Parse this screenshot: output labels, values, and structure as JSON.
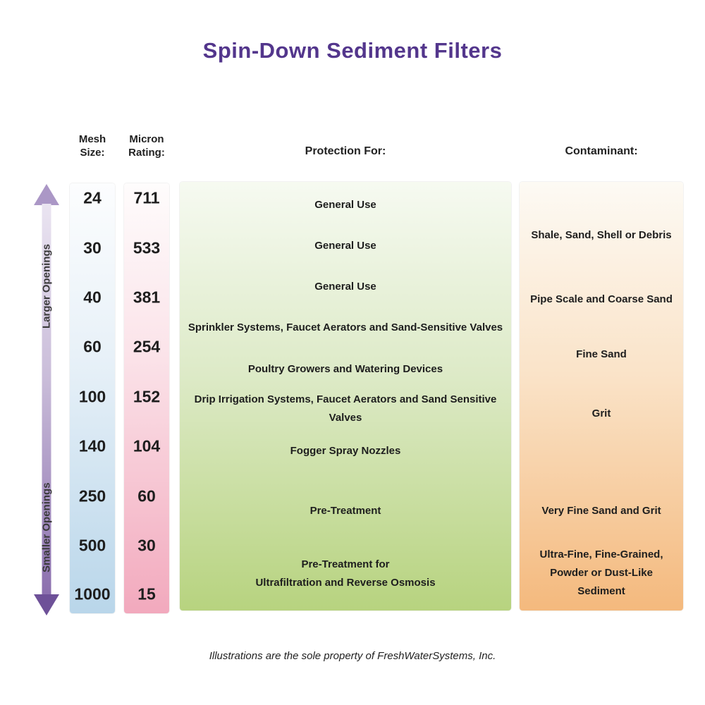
{
  "title": "Spin-Down Sediment Filters",
  "headers": {
    "mesh": "Mesh\nSize:",
    "micron": "Micron\nRating:",
    "protection": "Protection For:",
    "contaminant": "Contaminant:"
  },
  "arrow": {
    "top_label": "Larger Openings",
    "bottom_label": "Smaller Openings"
  },
  "mesh_sizes": [
    "24",
    "30",
    "40",
    "60",
    "100",
    "140",
    "250",
    "500",
    "1000"
  ],
  "micron_ratings": [
    "711",
    "533",
    "381",
    "254",
    "152",
    "104",
    "60",
    "30",
    "15"
  ],
  "protection_for": [
    "General Use",
    "General Use",
    "General Use",
    "Sprinkler Systems,  Faucet Aerators  and  Sand-Sensitive Valves",
    "Poultry Growers  and  Watering Devices",
    "Drip Irrigation Systems, Faucet Aerators and Sand Sensitive Valves",
    "Fogger Spray Nozzles",
    "Pre-Treatment",
    "Pre-Treatment for\nUltrafiltration  and  Reverse Osmosis"
  ],
  "contaminants": [
    "Shale, Sand, Shell or Debris",
    "Pipe Scale and Coarse Sand",
    "Fine Sand",
    "Grit",
    "Very Fine Sand and Grit",
    "Ultra-Fine, Fine-Grained,\nPowder or Dust-Like Sediment"
  ],
  "footer": "Illustrations are the sole property of FreshWaterSystems, Inc.",
  "colors": {
    "title_purple": "#53368c",
    "mesh_gradient_bottom": "#b9d6ea",
    "micron_gradient_bottom": "#f2a9bd",
    "protection_gradient_bottom": "#b7d37f",
    "contaminant_gradient_bottom": "#f4b97d",
    "arrow_purple_dark": "#6e5198",
    "arrow_purple_light": "#ab97c6"
  }
}
